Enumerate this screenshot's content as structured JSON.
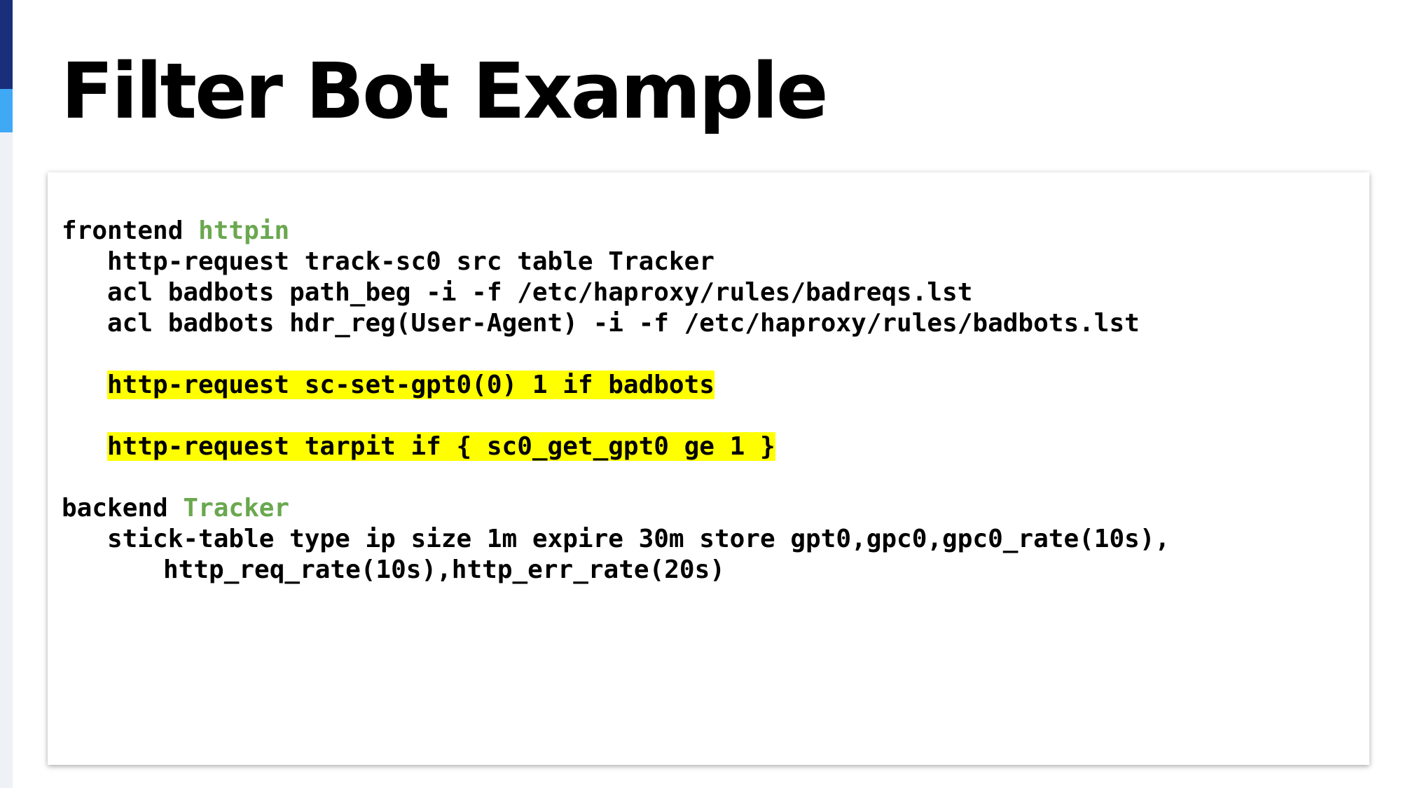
{
  "slide": {
    "title": "Filter Bot Example"
  },
  "colors": {
    "accent_dark": "#1a2f7c",
    "accent_light": "#3fa9f5",
    "section_name": "#6aa84f",
    "highlight": "#ffff00"
  },
  "code": {
    "frontend_keyword": "frontend ",
    "frontend_name": "httpin",
    "fe_line_1": "http-request track-sc0 src table Tracker",
    "fe_line_2": "acl badbots path_beg -i -f /etc/haproxy/rules/badreqs.lst",
    "fe_line_3": "acl badbots hdr_reg(User-Agent) -i -f /etc/haproxy/rules/badbots.lst",
    "fe_highlight_1": "http-request sc-set-gpt0(0) 1 if badbots",
    "fe_highlight_2": "http-request tarpit if { sc0_get_gpt0 ge 1 }",
    "backend_keyword": "backend ",
    "backend_name": "Tracker",
    "be_line_1": "stick-table type ip size 1m expire 30m store gpt0,gpc0,gpc0_rate(10s),",
    "be_line_2": "http_req_rate(10s),http_err_rate(20s)"
  }
}
